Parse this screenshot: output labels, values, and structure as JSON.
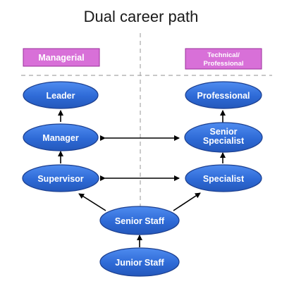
{
  "title": "Dual career path",
  "categories": {
    "managerial": "Managerial",
    "technical_line1": "Technical/",
    "technical_line2": "Professional"
  },
  "nodes": {
    "leader": "Leader",
    "manager": "Manager",
    "supervisor": "Supervisor",
    "professional": "Professional",
    "senior_specialist_line1": "Senior",
    "senior_specialist_line2": "Specialist",
    "specialist": "Specialist",
    "senior_staff": "Senior Staff",
    "junior_staff": "Junior Staff"
  },
  "colors": {
    "node_fill": "#2e6ad6",
    "node_stroke": "#1c3f8f",
    "category_fill": "#d870d8",
    "category_stroke": "#9a2f9a",
    "divider": "#a8a8a8",
    "arrow": "#000000"
  }
}
